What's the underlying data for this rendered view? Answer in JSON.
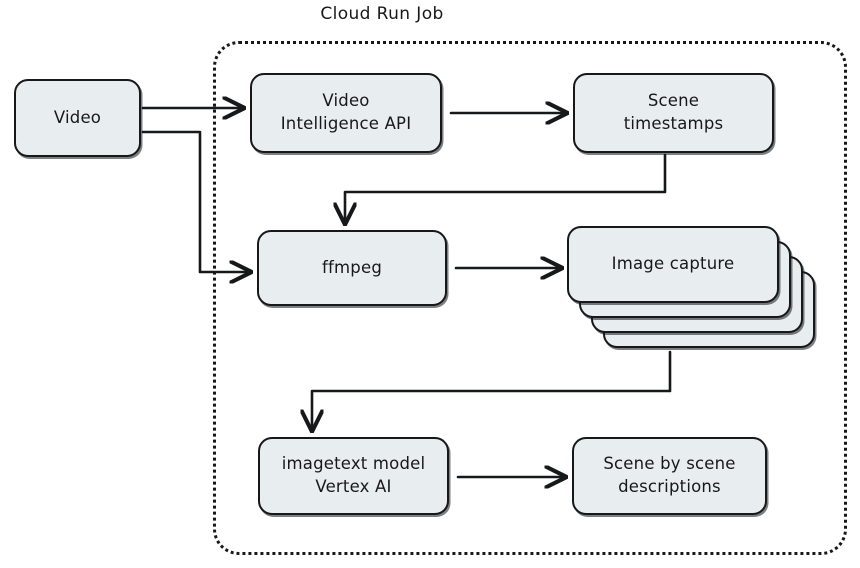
{
  "diagram": {
    "title": "Cloud Run Job",
    "colors": {
      "node_fill": "#e8edf0",
      "stroke": "#17181a",
      "background": "#ffffff"
    },
    "nodes": {
      "video": {
        "label": "Video"
      },
      "video_intelligence_api": {
        "line1": "Video",
        "line2": "Intelligence API"
      },
      "scene_timestamps": {
        "line1": "Scene",
        "line2": "timestamps"
      },
      "ffmpeg": {
        "label": "ffmpeg"
      },
      "image_capture": {
        "line1": "Image",
        "line2": "capture",
        "stack_layers": 4
      },
      "imagetext_model": {
        "line1": "imagetext model",
        "line2": "Vertex AI"
      },
      "scene_descriptions": {
        "line1": "Scene by scene",
        "line2": "descriptions"
      }
    },
    "edges": [
      {
        "from": "video",
        "to": "video_intelligence_api",
        "style": "straight-arrow"
      },
      {
        "from": "video",
        "to": "ffmpeg",
        "style": "elbow-down-right-arrow"
      },
      {
        "from": "video_intelligence_api",
        "to": "scene_timestamps",
        "style": "straight-arrow"
      },
      {
        "from": "scene_timestamps",
        "to": "ffmpeg",
        "style": "elbow-down-left-down-arrow"
      },
      {
        "from": "ffmpeg",
        "to": "image_capture",
        "style": "straight-arrow"
      },
      {
        "from": "image_capture",
        "to": "imagetext_model",
        "style": "elbow-down-left-down-arrow"
      },
      {
        "from": "imagetext_model",
        "to": "scene_descriptions",
        "style": "straight-arrow"
      }
    ]
  }
}
